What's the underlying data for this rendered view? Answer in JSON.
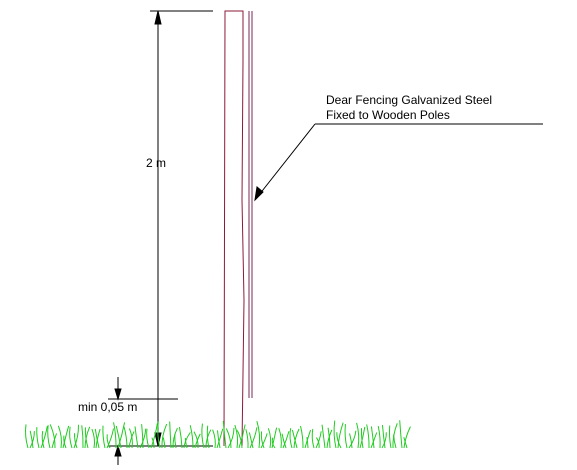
{
  "drawing": {
    "height_dimension": "2 m",
    "ground_clearance": "min 0,05 m",
    "callout": {
      "line1": "Dear Fencing Galvanized Steel",
      "line2": "Fixed to Wooden Poles"
    }
  },
  "colors": {
    "line": "#000000",
    "pole": "#8b1a3a",
    "fence": "#7a2a55",
    "grass": "#1fcc1f",
    "background": "#ffffff"
  }
}
